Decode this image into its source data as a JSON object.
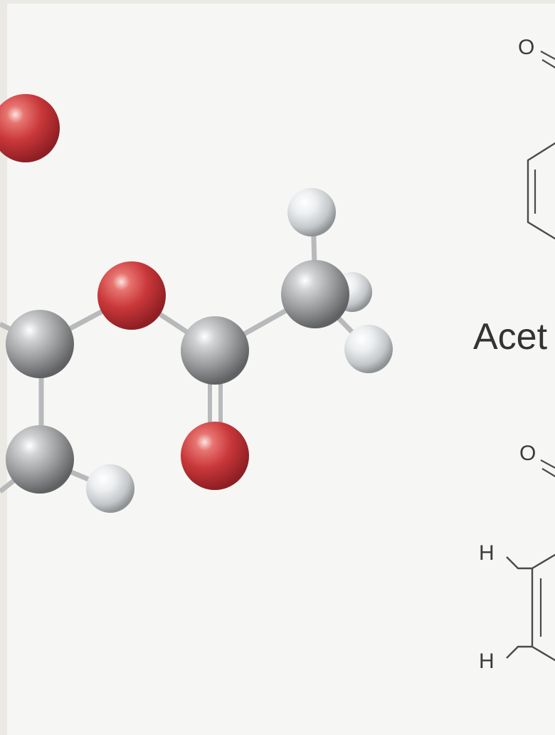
{
  "caption": "Acet",
  "structure_top": {
    "oxygen_label": "O"
  },
  "structure_bottom": {
    "oxygen_label": "O",
    "hydrogen_label_upper": "H",
    "hydrogen_label_lower": "H"
  },
  "colors": {
    "oxygen_atom": "#c9373a",
    "carbon_atom": "#9a9c9e",
    "hydrogen_atom": "#dcdee0",
    "bond": "#b9bbbd",
    "line_drawing": "#4a4a4a",
    "background": "#f6f6f4"
  }
}
